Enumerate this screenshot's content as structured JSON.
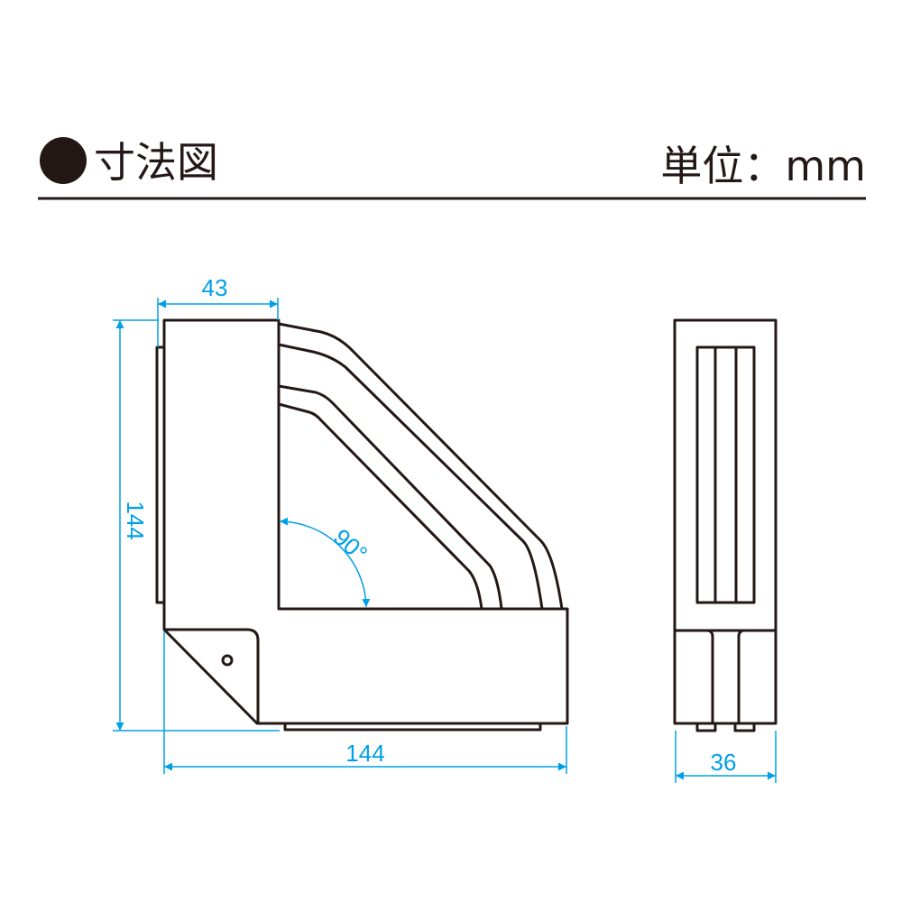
{
  "header": {
    "title": "寸法図",
    "unit": "単位：mm"
  },
  "dimensions": {
    "top_width": "43",
    "height": "144",
    "base_width": "144",
    "angle": "90°",
    "depth": "36"
  },
  "colors": {
    "line": "#231815",
    "dimension": "#00a0e9"
  }
}
